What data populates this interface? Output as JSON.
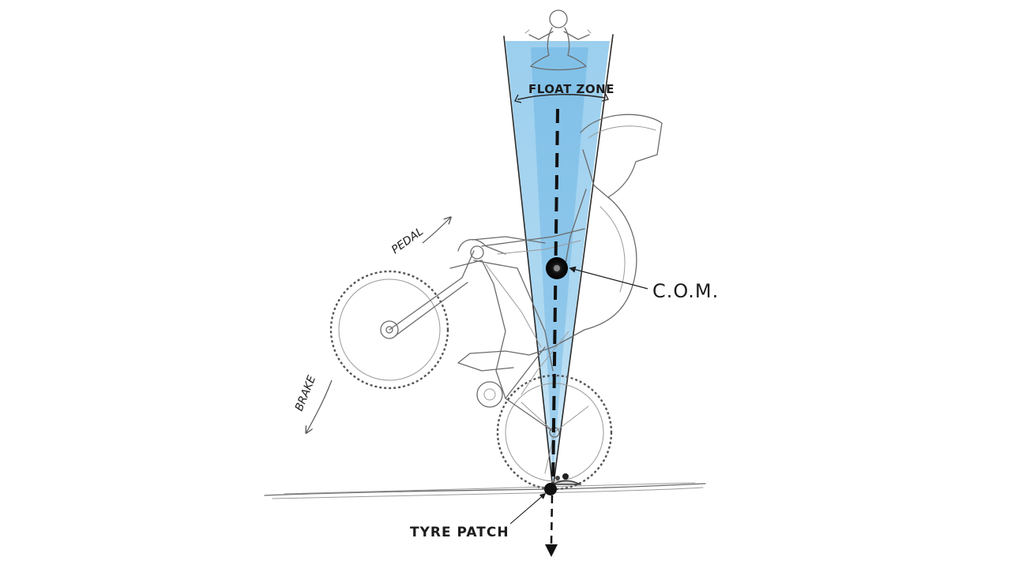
{
  "labels": {
    "float_zone": "FLOAT ZONE",
    "pedal": "PEDAL",
    "brake": "BRAKE",
    "com": "C.O.M.",
    "tyre_patch": "TYRE PATCH"
  },
  "colors": {
    "float_zone_fill": "#4aa8e0",
    "pencil": "#6b6b6b",
    "ink": "#1c1c1c",
    "background": "#ffffff"
  },
  "icons": {
    "meditating_rider": "meditating-figure-icon"
  }
}
